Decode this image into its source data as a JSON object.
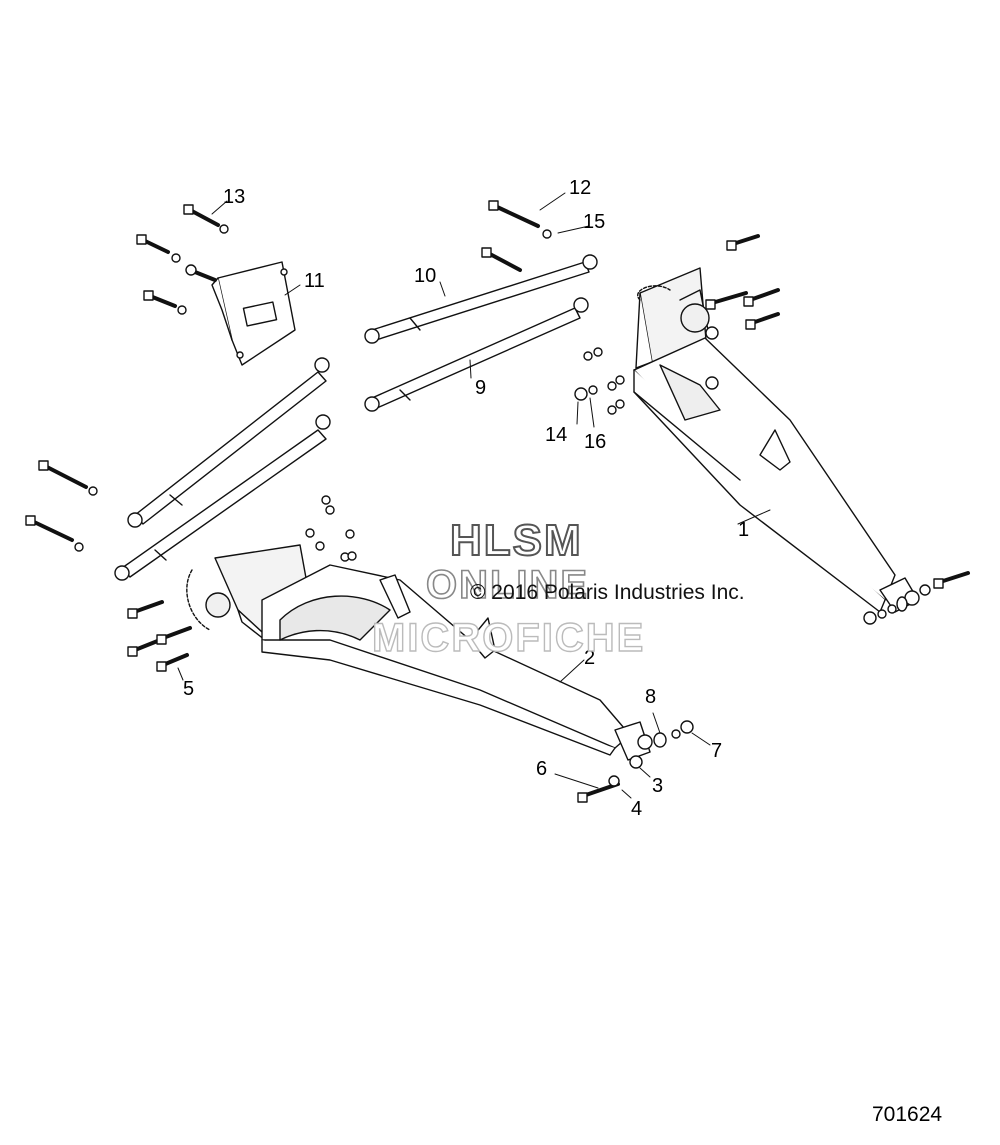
{
  "watermark": {
    "line1": "HLSM",
    "line2": "ONLINE",
    "line3": "MICROFICHE"
  },
  "copyright": "© 2016 Polaris Industries Inc.",
  "diagram_number": "701624",
  "callouts": {
    "c1": "1",
    "c2": "2",
    "c3": "3",
    "c4": "4",
    "c5": "5",
    "c6": "6",
    "c7": "7",
    "c8": "8",
    "c9": "9",
    "c10": "10",
    "c11": "11",
    "c12": "12",
    "c13": "13",
    "c14": "14",
    "c15": "15",
    "c16": "16"
  },
  "colors": {
    "line": "#111111",
    "fill": "#ffffff",
    "shade": "#e6e6e6"
  }
}
